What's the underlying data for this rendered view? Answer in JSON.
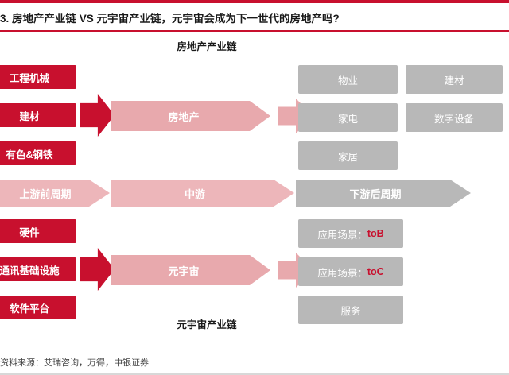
{
  "header": {
    "title": "3. 房地产产业链 VS 元宇宙产业链，元宇宙会成为下一世代的房地产吗?",
    "accent_color": "#c8102e"
  },
  "captions": {
    "top": "房地产产业链",
    "bottom": "元宇宙产业链"
  },
  "left_tags": [
    {
      "label": "工程机械",
      "name": "tag-engineering-machinery"
    },
    {
      "label": "建材",
      "name": "tag-building-materials"
    },
    {
      "label": "有色&钢铁",
      "name": "tag-nonferrous-steel"
    },
    {
      "label": "硬件",
      "name": "tag-hardware"
    },
    {
      "label": "通讯基础设施",
      "name": "tag-communication-infrastructure"
    },
    {
      "label": "软件平台",
      "name": "tag-software-platform"
    }
  ],
  "chevrons": {
    "real_estate": "房地产",
    "metaverse": "元宇宙",
    "upstream": "上游前周期",
    "midstream": "中游",
    "downstream": "下游后周期"
  },
  "real_estate_outputs": [
    {
      "label": "物业",
      "name": "box-property-management"
    },
    {
      "label": "建材",
      "name": "box-building-materials"
    },
    {
      "label": "家电",
      "name": "box-home-appliance"
    },
    {
      "label": "数字设备",
      "name": "box-digital-equipment"
    },
    {
      "label": "家居",
      "name": "box-home-furnishing"
    }
  ],
  "metaverse_outputs": [
    {
      "label": "应用场景：",
      "accent": "toB",
      "name": "box-scenario-tob"
    },
    {
      "label": "应用场景：",
      "accent": "toC",
      "name": "box-scenario-toc"
    },
    {
      "label": "服务",
      "accent": "",
      "name": "box-service"
    }
  ],
  "footer": {
    "source": "资料来源：艾瑞咨询，万得，中银证券"
  }
}
